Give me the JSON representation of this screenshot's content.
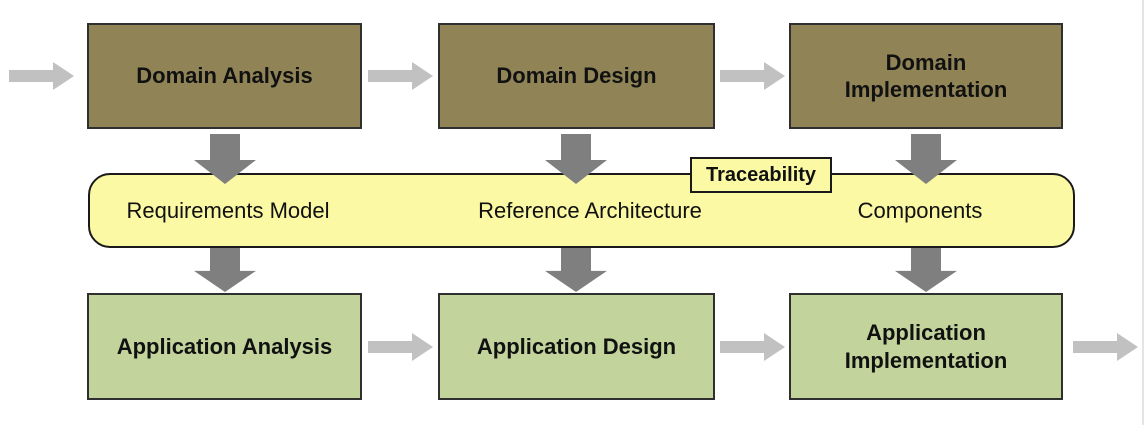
{
  "diagram": {
    "top_row": {
      "boxes": [
        {
          "label": "Domain Analysis"
        },
        {
          "label": "Domain Design"
        },
        {
          "label": "Domain Implementation"
        }
      ]
    },
    "middle_band": {
      "tag": "Traceability",
      "items": [
        {
          "label": "Requirements Model"
        },
        {
          "label": "Reference Architecture"
        },
        {
          "label": "Components"
        }
      ]
    },
    "bottom_row": {
      "boxes": [
        {
          "label": "Application Analysis"
        },
        {
          "label": "Application Design"
        },
        {
          "label": "Application Implementation"
        }
      ]
    }
  },
  "colors": {
    "domain_box_fill": "#908456",
    "application_box_fill": "#C2D49C",
    "band_fill": "#FBF9A3",
    "box_border": "#2F2F2F",
    "band_border": "#1A1A1A",
    "arrow_light": "#C1C1C1",
    "arrow_dark": "#7F7F7F",
    "text": "#111111",
    "page_edge": "#E4E4E4",
    "background": "#FFFFFF"
  }
}
